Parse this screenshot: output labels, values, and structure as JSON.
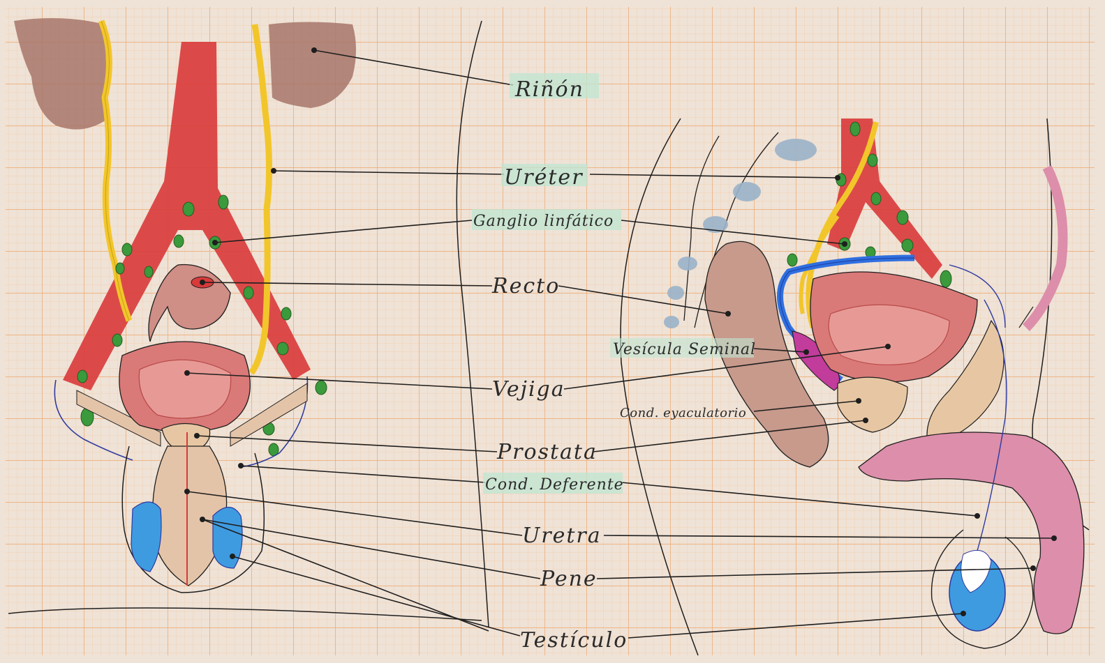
{
  "labels": {
    "rinon": "Riñón",
    "ureter": "Uréter",
    "ganglio": "Ganglio linfático",
    "recto": "Recto",
    "vesicula": "Vesícula Seminal",
    "vejiga": "Vejiga",
    "cond_eyaculatorio": "Cond. eyaculatorio",
    "prostata": "Prostata",
    "cond_deferente": "Cond. Deferente",
    "uretra": "Uretra",
    "pene": "Pene",
    "testiculo": "Testículo"
  },
  "colors": {
    "paper": "#efe2d6",
    "grid_minor": "#f0c59c",
    "grid_major": "#eda66a",
    "artery": "#d83a3a",
    "ureter": "#f2c62a",
    "lymph": "#3b9a3b",
    "kidney": "#a7766a",
    "bladder": "#d97a78",
    "testis": "#3f9be0",
    "penis": "#dc8eaa",
    "highlight": "#bfe6d2"
  }
}
